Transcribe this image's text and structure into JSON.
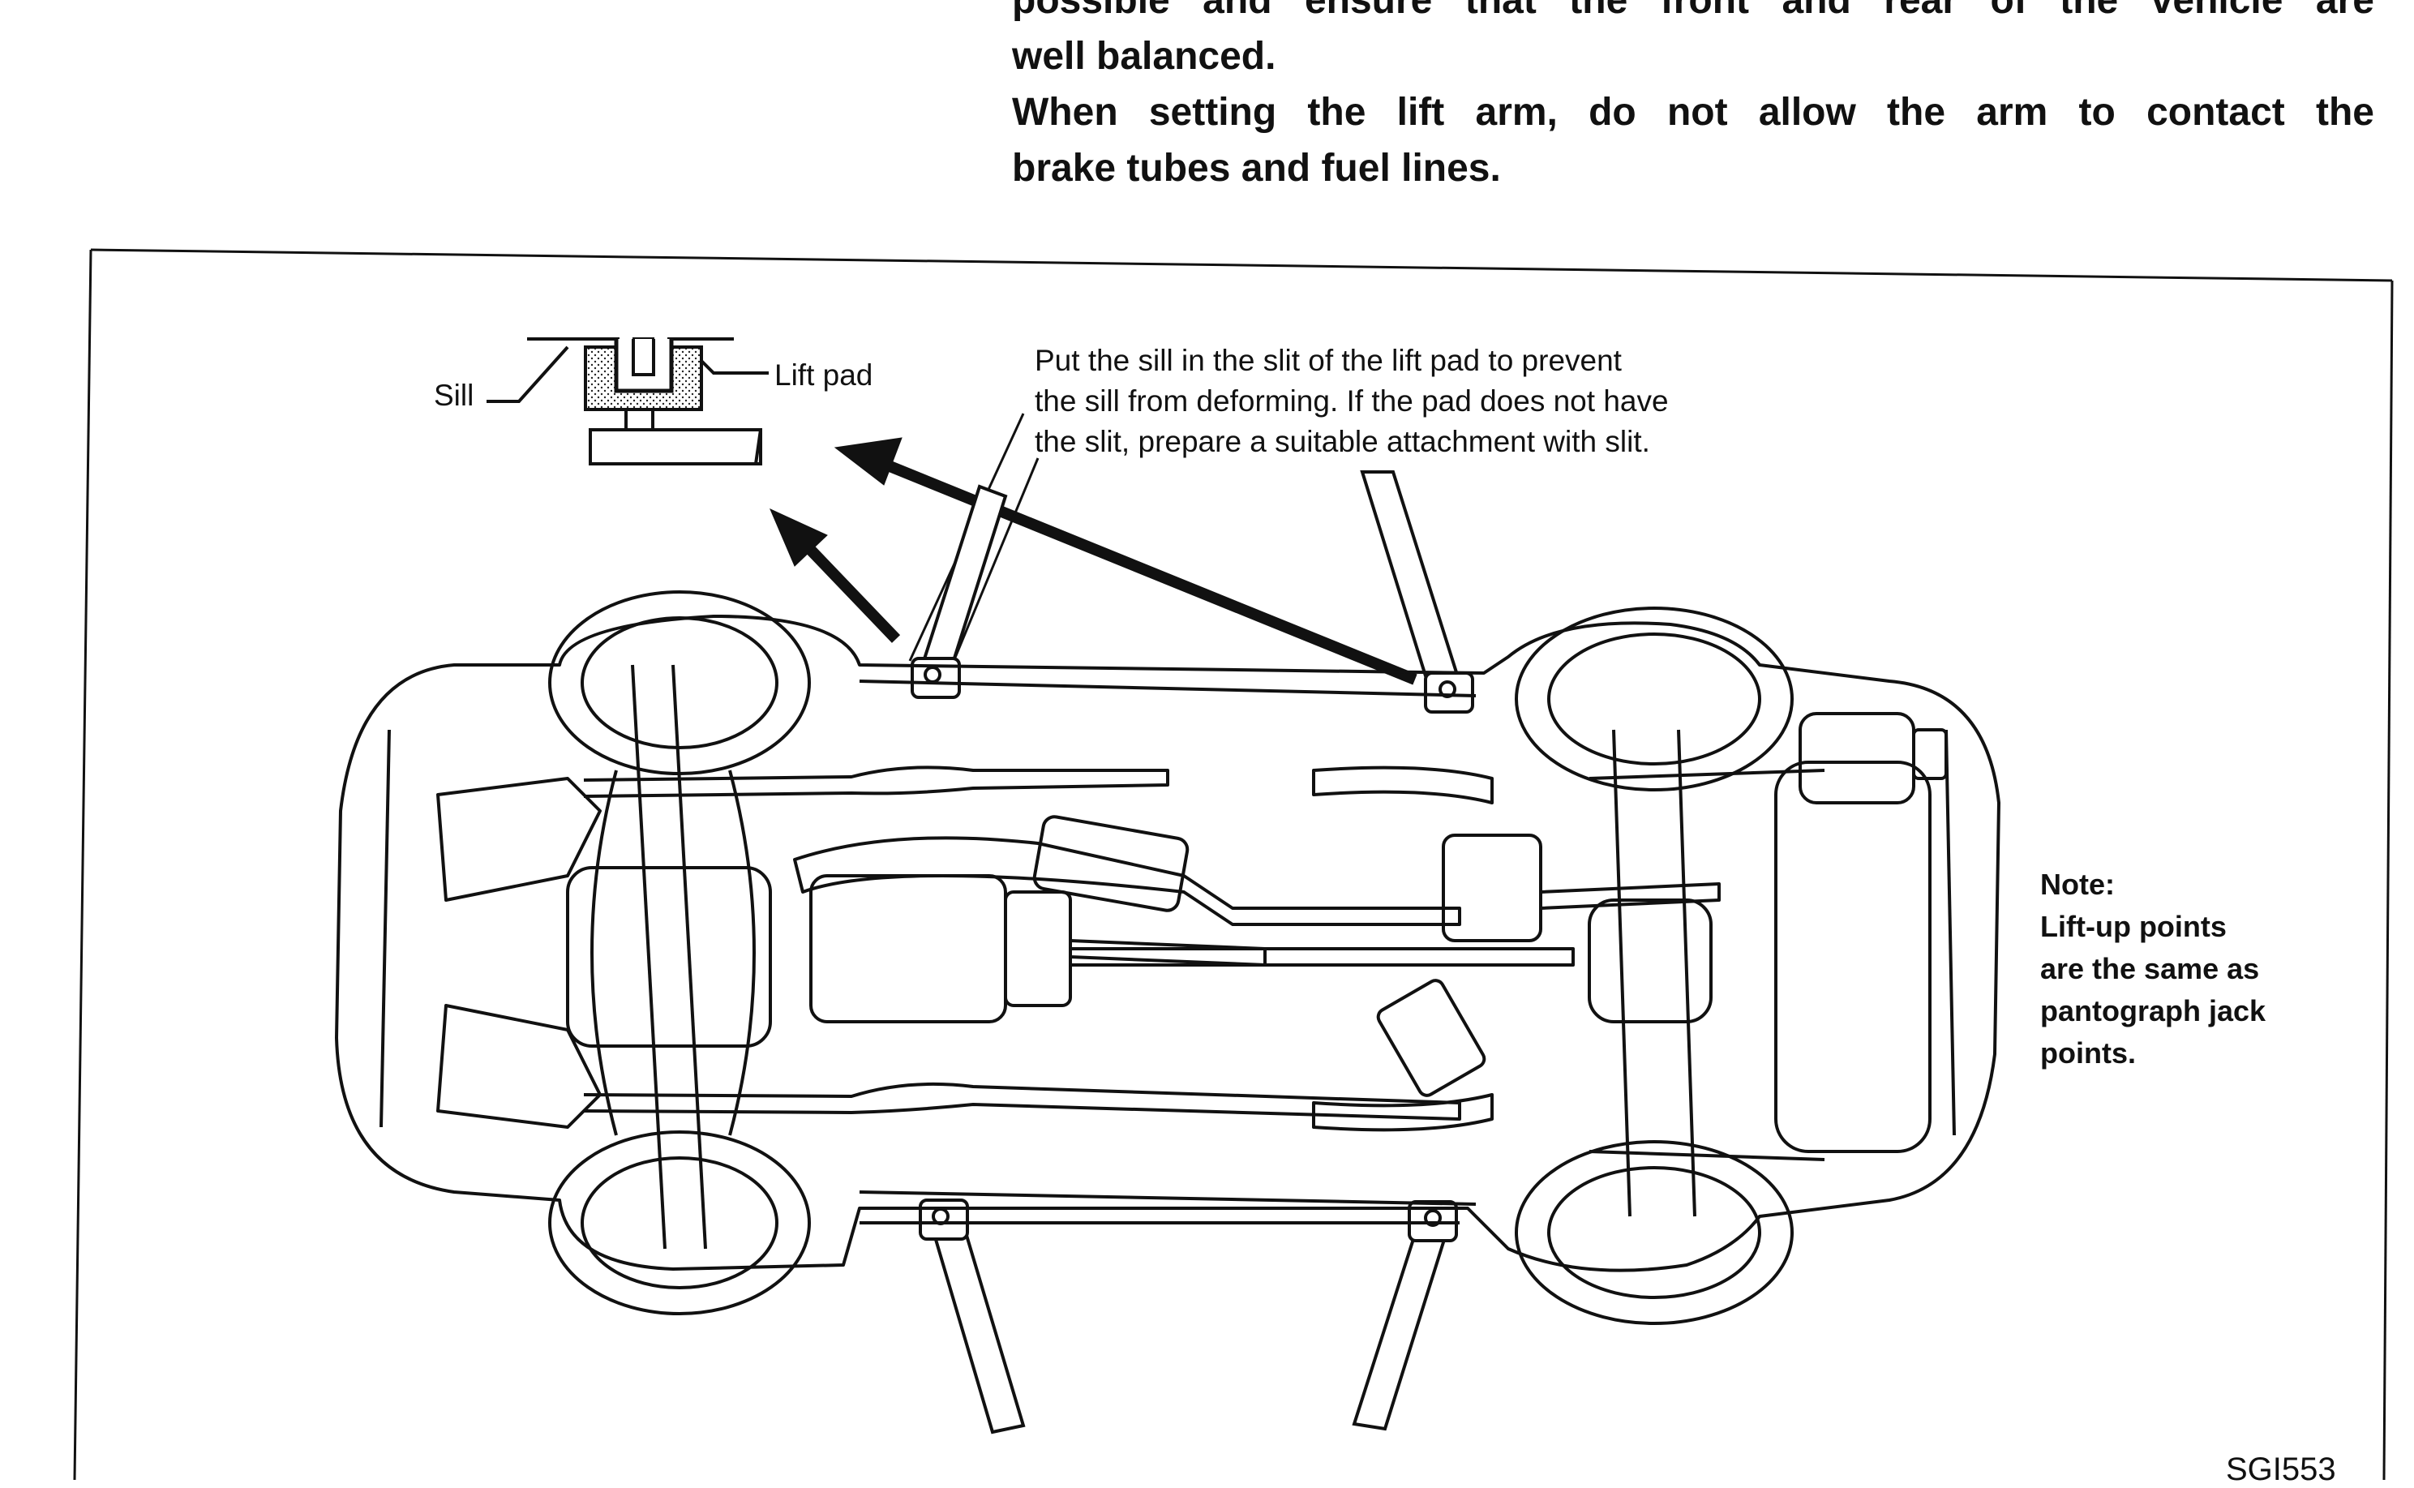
{
  "intro_text": {
    "line1": "possible and ensure that the front and rear of the vehicle are",
    "line2": "well balanced.",
    "line3": "When setting the lift arm, do not allow the arm to contact the",
    "line4": "brake tubes and fuel lines."
  },
  "figure": {
    "inset": {
      "sill_label": "Sill",
      "lift_pad_label": "Lift pad"
    },
    "callout_lines": [
      "Put the sill in the slit of the lift pad to prevent",
      "the sill from deforming.  If the pad does not have",
      "the slit, prepare a suitable attachment with slit."
    ],
    "note_lines": [
      "Note:",
      "Lift-up points",
      "are the same as",
      "pantograph jack",
      "points."
    ],
    "figure_code": "SGI553"
  }
}
